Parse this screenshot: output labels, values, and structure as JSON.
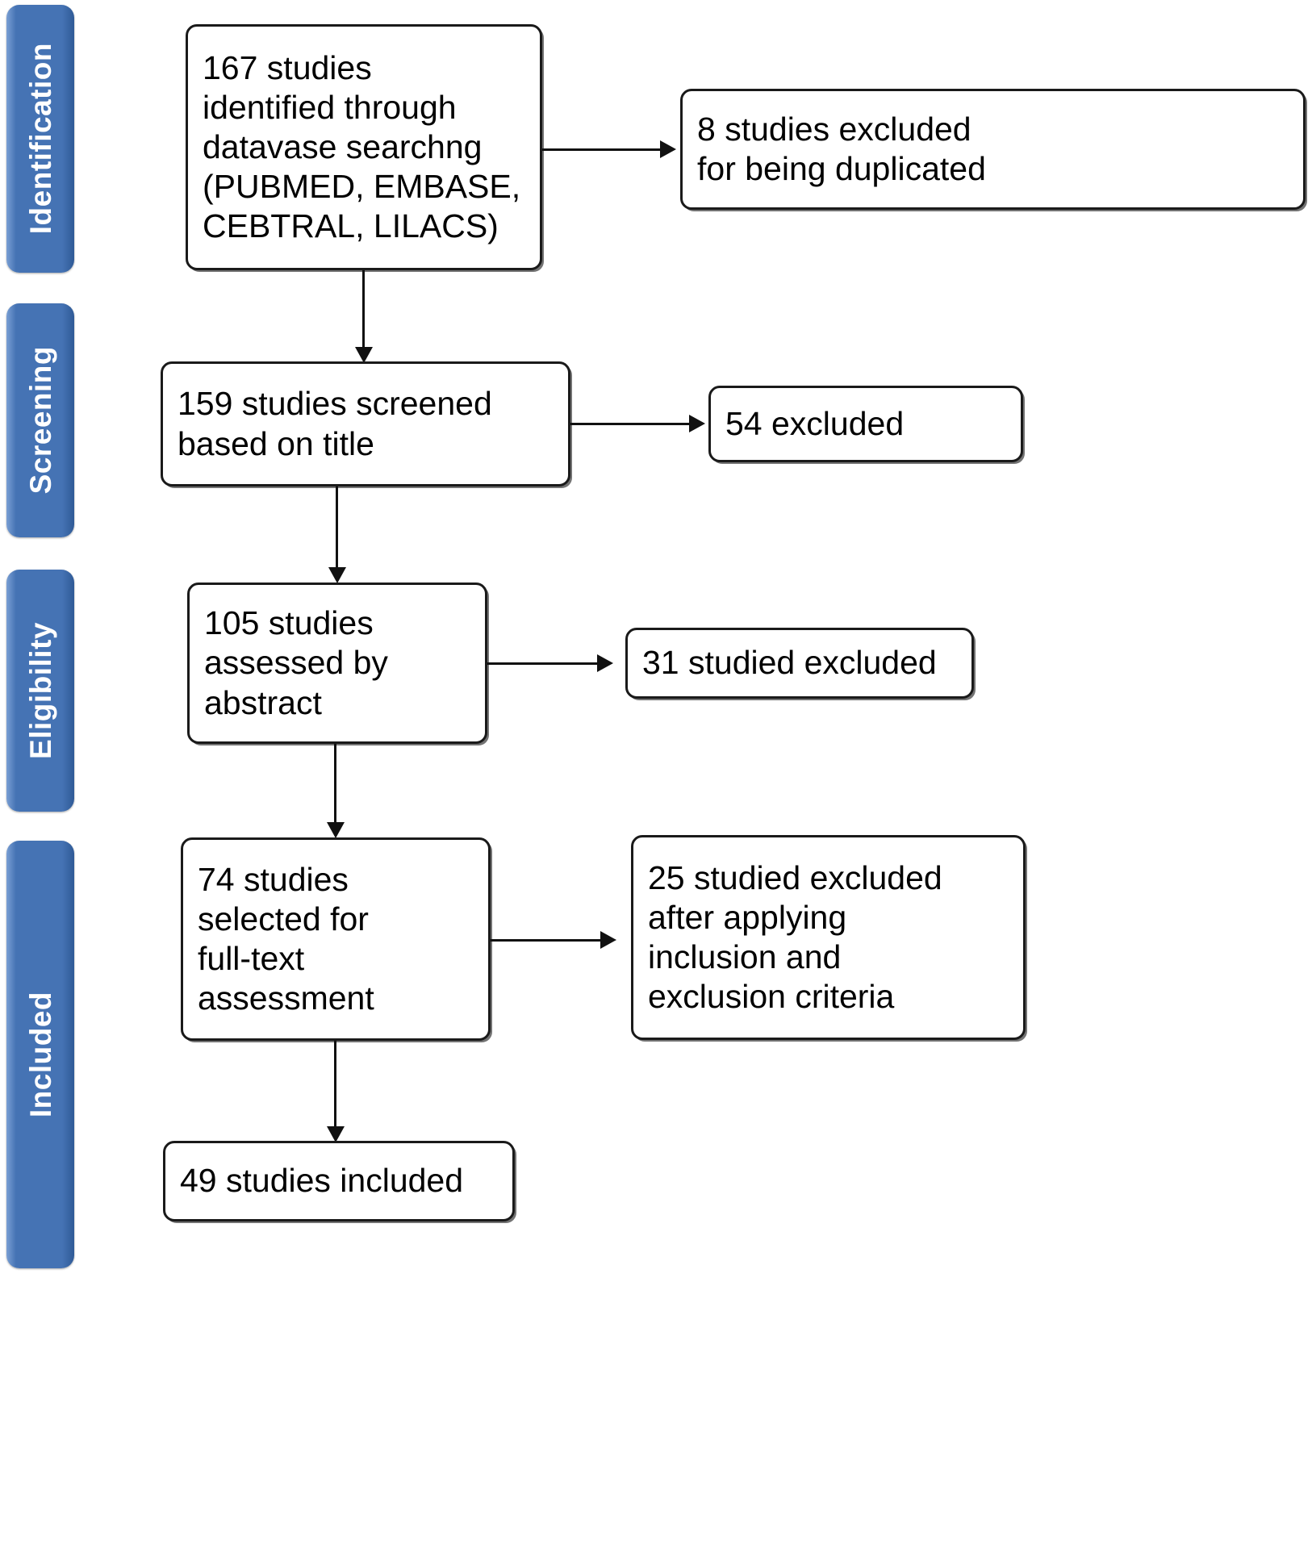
{
  "diagram": {
    "type": "prisma-flow-diagram",
    "accent_color": "#4573b4",
    "box_border_color": "#1a1a1a",
    "background_color": "#ffffff"
  },
  "stages": [
    {
      "id": "identification",
      "label": "Identification"
    },
    {
      "id": "screening",
      "label": "Screening"
    },
    {
      "id": "eligibility",
      "label": "Eligibility"
    },
    {
      "id": "included",
      "label": "Included"
    }
  ],
  "flow": {
    "main": [
      {
        "id": "identified",
        "count": 167,
        "text": "167 studies\nidentified through\ndatavase searchng\n(PUBMED, EMBASE,\nCEBTRAL, LILACS)"
      },
      {
        "id": "screened-title",
        "count": 159,
        "text": "159 studies screened\nbased on title"
      },
      {
        "id": "assessed-abstract",
        "count": 105,
        "text": "105 studies\nassessed by\nabstract"
      },
      {
        "id": "full-text",
        "count": 74,
        "text": "74 studies\nselected for\nfull-text\nassessment"
      },
      {
        "id": "included",
        "count": 49,
        "text": "49 studies included"
      }
    ],
    "excluded": [
      {
        "id": "excluded-duplicated",
        "count": 8,
        "text": "8 studies excluded\nfor being duplicated"
      },
      {
        "id": "excluded-title",
        "count": 54,
        "text": "54 excluded"
      },
      {
        "id": "excluded-abstract",
        "count": 31,
        "text": "31 studied excluded"
      },
      {
        "id": "excluded-criteria",
        "count": 25,
        "text": "25 studied excluded\nafter applying\ninclusion and\nexclusion criteria"
      }
    ]
  }
}
